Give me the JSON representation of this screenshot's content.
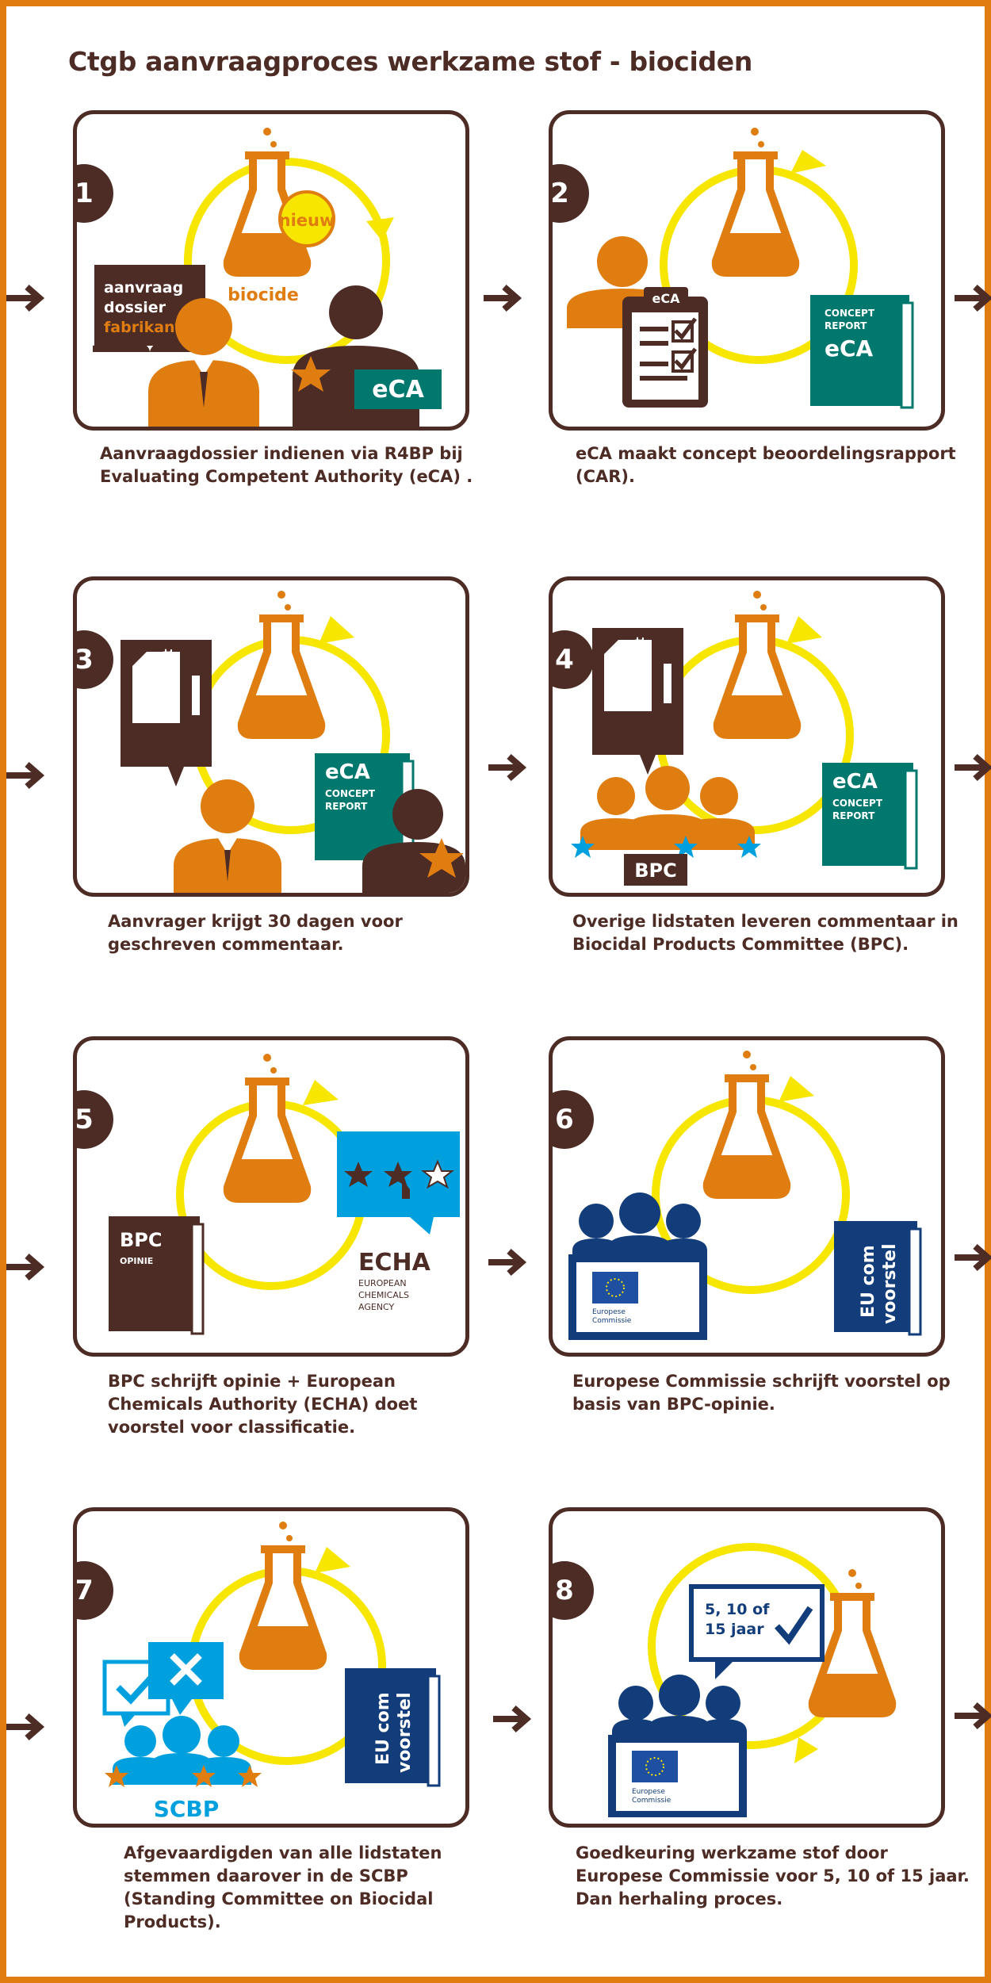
{
  "title": "Ctgb aanvraagproces werkzame stof - biociden",
  "steps": [
    {
      "number": "1",
      "caption": "Aanvraagdossier indienen via R4BP bij\nEvaluating Competent Authority (eCA) .",
      "labels": {
        "book_line1": "aanvraag",
        "book_line2": "dossier",
        "book_line3": "fabrikant",
        "flask": "biocide",
        "new": "nieuw",
        "eca": "eCA"
      }
    },
    {
      "number": "2",
      "caption": "eCA maakt concept beoordelingsrapport\n(CAR).",
      "labels": {
        "clipboard": "eCA",
        "report_line1": "CONCEPT",
        "report_line2": "REPORT",
        "report_big": "eCA"
      }
    },
    {
      "number": "3",
      "caption": "Aanvrager krijgt 30 dagen voor\ngeschreven commentaar.",
      "labels": {
        "comment": "comment",
        "report_big": "eCA",
        "report_line1": "CONCEPT",
        "report_line2": "REPORT"
      }
    },
    {
      "number": "4",
      "caption": "Overige lidstaten leveren commentaar in\nBiocidal Products Committee (BPC).",
      "labels": {
        "comment": "comment",
        "bpc": "BPC",
        "report_big": "eCA",
        "report_line1": "CONCEPT",
        "report_line2": "REPORT"
      }
    },
    {
      "number": "5",
      "caption": "BPC schrijft opinie + European\nChemicals Authority (ECHA) doet\nvoorstel voor classificatie.",
      "labels": {
        "book_big": "BPC",
        "book_small": "OPINIE",
        "echa": "ECHA",
        "echa_line1": "EUROPEAN",
        "echa_line2": "CHEMICALS",
        "echa_line3": "AGENCY"
      }
    },
    {
      "number": "6",
      "caption": "Europese Commissie schrijft voorstel op\nbasis van BPC-opinie.",
      "labels": {
        "ec_line1": "Europese",
        "ec_line2": "Commissie",
        "book_line1": "EU com",
        "book_line2": "voorstel"
      }
    },
    {
      "number": "7",
      "caption": "Afgevaardigden van alle lidstaten\nstemmen daarover in de SCBP\n(Standing Committee on Biocidal\nProducts).",
      "labels": {
        "scbp": "SCBP",
        "book_line1": "EU com",
        "book_line2": "voorstel"
      }
    },
    {
      "number": "8",
      "caption": "Goedkeuring werkzame stof door\nEuropese Commissie voor 5, 10 of 15 jaar.\nDan herhaling proces.",
      "labels": {
        "bubble_line1": "5, 10 of",
        "bubble_line2": "15 jaar",
        "ec_line1": "Europese",
        "ec_line2": "Commissie"
      }
    }
  ],
  "colors": {
    "brown": "#4d2c25",
    "orange": "#e07d10",
    "yellow": "#f6e600",
    "teal": "#00786e",
    "blue": "#00a0df",
    "navy": "#123d7a",
    "border": "#e07d10"
  }
}
